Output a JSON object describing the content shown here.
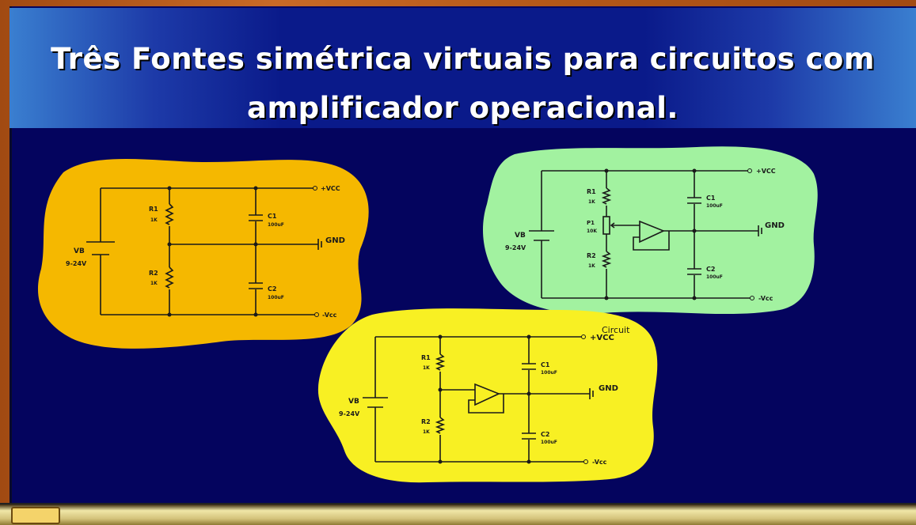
{
  "slide": {
    "title_line1": "Três Fontes simétrica virtuais para circuitos com",
    "title_line2": "amplificador operacional."
  },
  "circuits": [
    {
      "vcc": "+VCC",
      "gnd": "GND",
      "vee": "-Vcc",
      "source": "VB",
      "source_range": "9-24V",
      "r1": "R1",
      "r1_val": "1K",
      "r2": "R2",
      "r2_val": "1K",
      "c1": "C1",
      "c1_val": "100uF",
      "c2": "C2",
      "c2_val": "100uF"
    },
    {
      "vcc": "+VCC",
      "gnd": "GND",
      "vee": "-Vcc",
      "source": "VB",
      "source_range": "9-24V",
      "r1": "R1",
      "r1_val": "1K",
      "p1": "P1",
      "p1_val": "10K",
      "r2": "R2",
      "r2_val": "1K",
      "c1": "C1",
      "c1_val": "100uF",
      "c2": "C2",
      "c2_val": "100uF"
    },
    {
      "vcc": "+VCC",
      "gnd": "GND",
      "vee": "-Vcc",
      "extra": "Circuit",
      "source": "VB",
      "source_range": "9-24V",
      "r1": "R1",
      "r1_val": "1K",
      "r2": "R2",
      "r2_val": "1K",
      "c1": "C1",
      "c1_val": "100uF",
      "c2": "C2",
      "c2_val": "100uF"
    }
  ],
  "colors": {
    "board": "#04045e",
    "blob1": "#f5b800",
    "blob2": "#a2f2a0",
    "blob3": "#f8f023",
    "ink": "#1a1a1a"
  }
}
